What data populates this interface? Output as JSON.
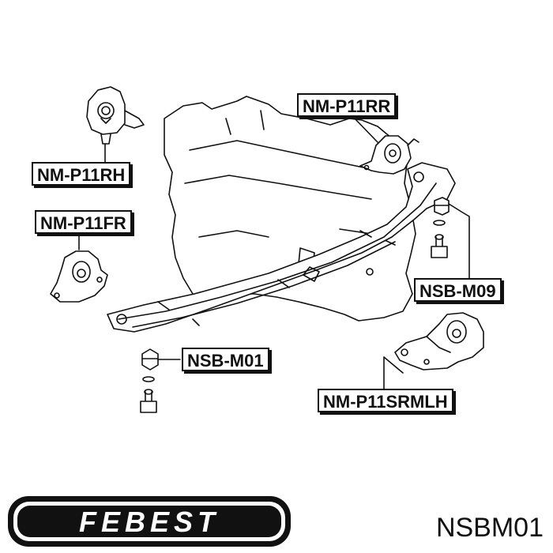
{
  "labels": {
    "rh": "NM-P11RH",
    "rr": "NM-P11RR",
    "fr": "NM-P11FR",
    "m09": "NSB-M09",
    "m01": "NSB-M01",
    "srmlh": "NM-P11SRMLH"
  },
  "brand": "FEBEST",
  "part_code": "NSBM01"
}
